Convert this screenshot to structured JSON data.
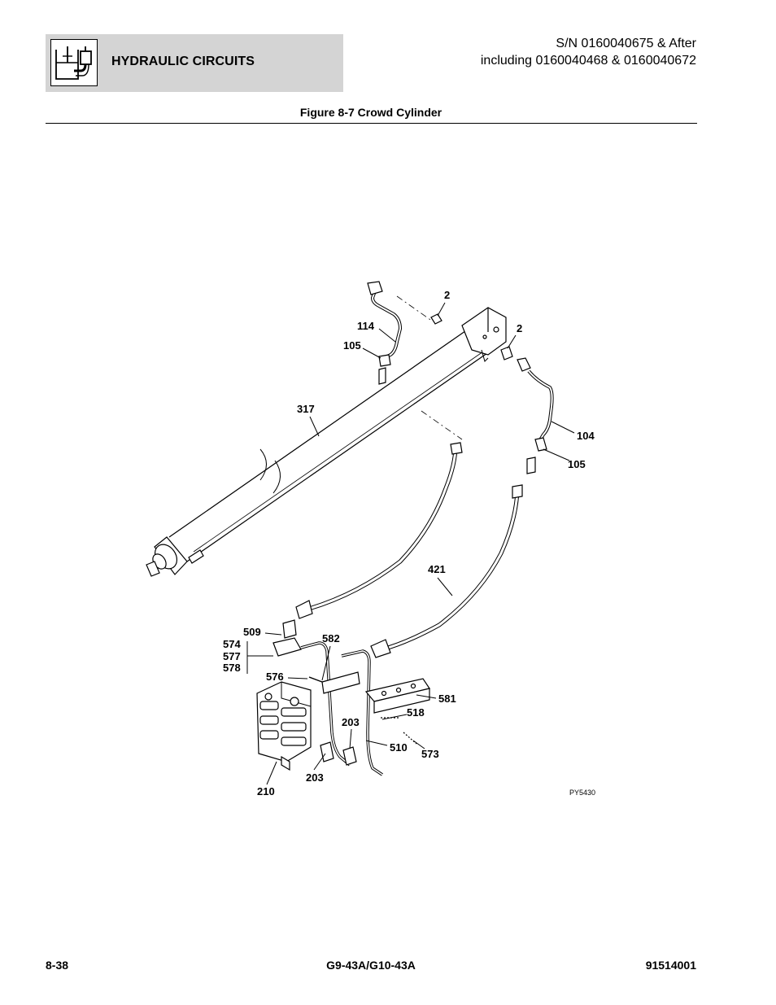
{
  "header": {
    "title": "HYDRAULIC CIRCUITS",
    "icon": "hydraulic-circuit-icon",
    "serial_line1": "S/N 0160040675 & After",
    "serial_line2": "including 0160040468 & 0160040672"
  },
  "figure": {
    "title": "Figure 8-7 Crowd Cylinder",
    "reference_code": "PY5430",
    "callouts": {
      "c2a": "2",
      "c2b": "2",
      "c114": "114",
      "c105a": "105",
      "c317": "317",
      "c104": "104",
      "c105b": "105",
      "c421": "421",
      "c509": "509",
      "c574": "574",
      "c577": "577",
      "c578": "578",
      "c582": "582",
      "c576": "576",
      "c581": "581",
      "c518": "518",
      "c203a": "203",
      "c510": "510",
      "c573": "573",
      "c203b": "203",
      "c210": "210"
    }
  },
  "footer": {
    "page_number": "8-38",
    "model": "G9-43A/G10-43A",
    "doc_number": "91514001"
  }
}
